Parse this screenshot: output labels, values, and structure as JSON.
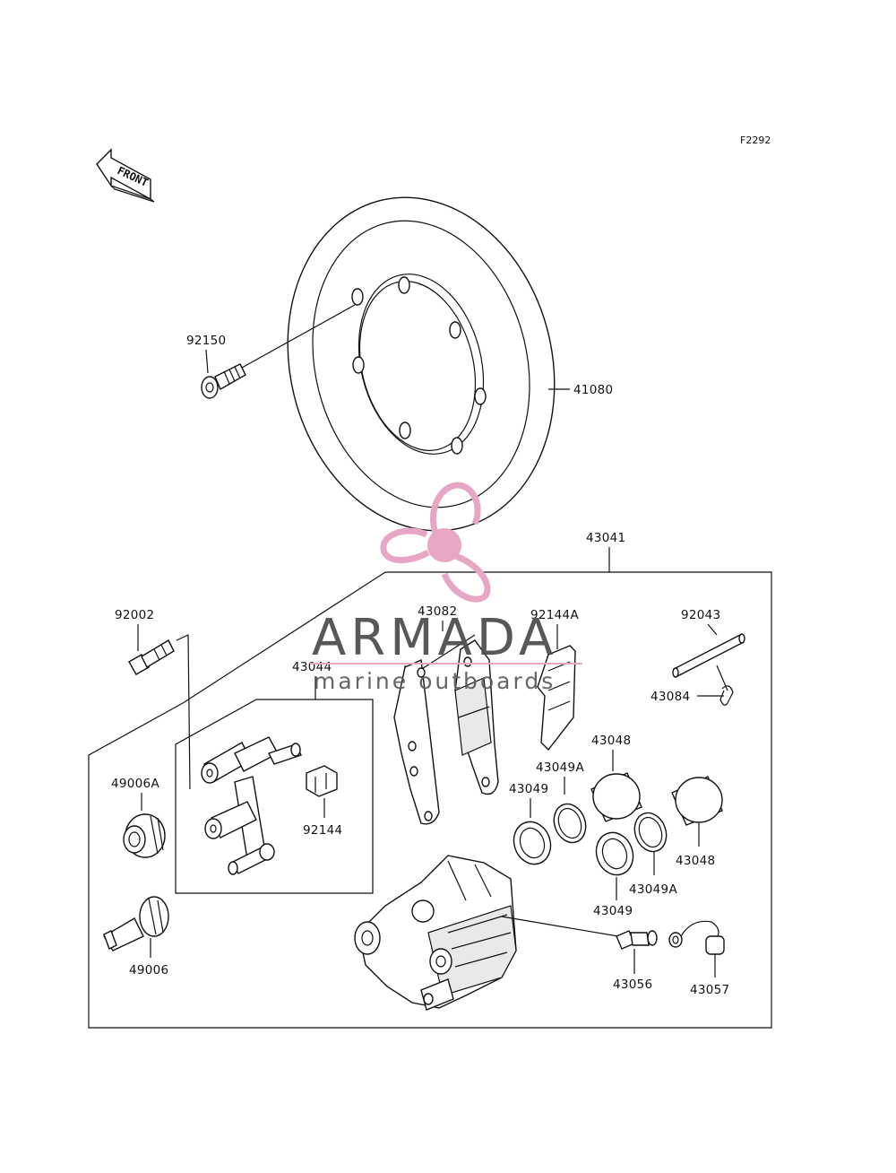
{
  "diagram_code": "F2292",
  "front_arrow_label": "FRONT",
  "parts": {
    "p92150": "92150",
    "p41080": "41080",
    "p43041": "43041",
    "p92002": "92002",
    "p43082": "43082",
    "p92144A": "92144A",
    "p92043": "92043",
    "p43044": "43044",
    "p43084": "43084",
    "p43048_top": "43048",
    "p49006A": "49006A",
    "p43049A_top": "43049A",
    "p43049_top": "43049",
    "p92144": "92144",
    "p43048_bottom": "43048",
    "p43049A_bottom": "43049A",
    "p43049_bottom": "43049",
    "p49006": "49006",
    "p43056": "43056",
    "p43057": "43057"
  },
  "watermark": {
    "brand": "ARMADA",
    "tagline": "marine outboards",
    "accent_color": "#e7a6c4",
    "text_color": "#4a4a4a"
  }
}
